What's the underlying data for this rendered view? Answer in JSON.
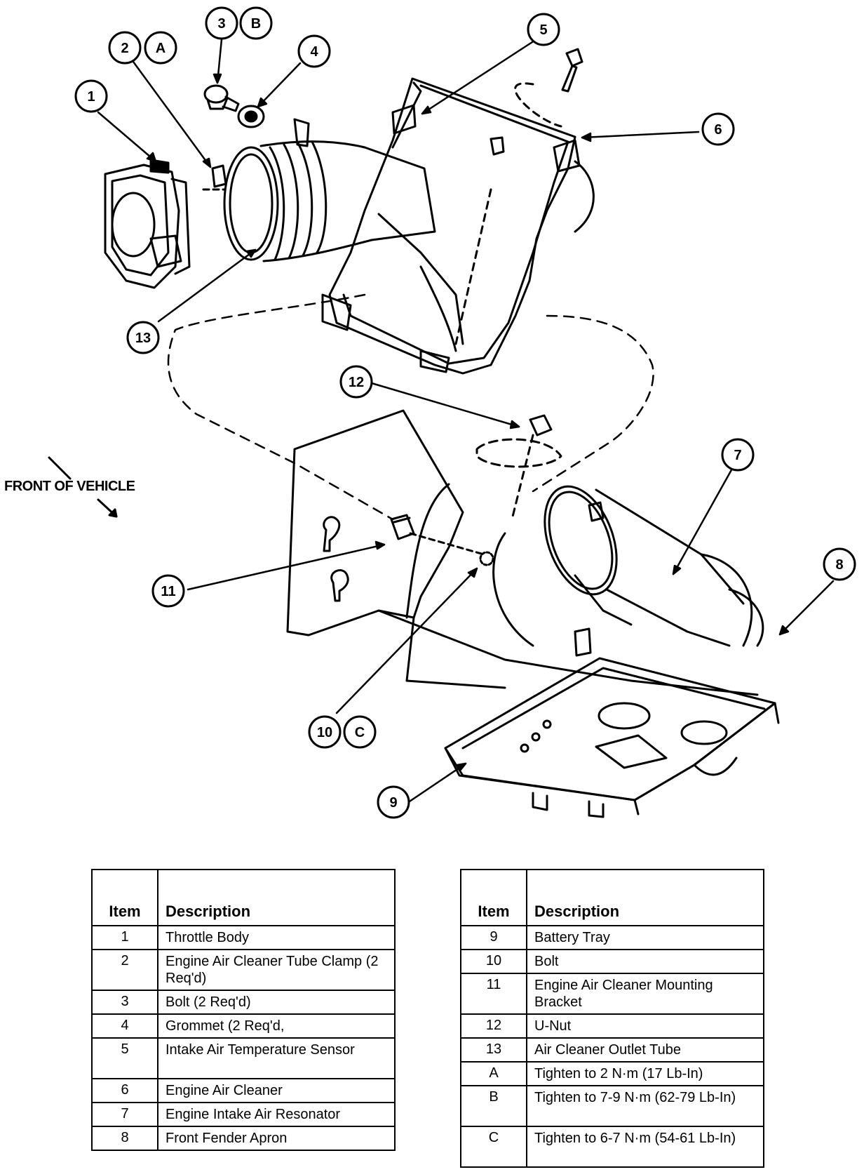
{
  "callouts": {
    "c1": "1",
    "c2": "2",
    "c3": "3",
    "c4": "4",
    "c5": "5",
    "c6": "6",
    "c7": "7",
    "c8": "8",
    "c9": "9",
    "c10": "10",
    "c11": "11",
    "c12": "12",
    "c13": "13",
    "cA": "A",
    "cB": "B",
    "cC": "C"
  },
  "front_label": "FRONT OF VEHICLE",
  "table_left": {
    "header_item": "Item",
    "header_description": "Description",
    "rows": [
      {
        "item": "1",
        "description": "Throttle Body"
      },
      {
        "item": "2",
        "description": "Engine Air Cleaner Tube Clamp (2 Req'd)"
      },
      {
        "item": "3",
        "description": "Bolt (2 Req'd)"
      },
      {
        "item": "4",
        "description": "Grommet (2 Req'd,"
      },
      {
        "item": "5",
        "description": "Intake Air Temperature Sensor"
      },
      {
        "item": "6",
        "description": "Engine Air Cleaner"
      },
      {
        "item": "7",
        "description": "Engine Intake Air Resonator"
      },
      {
        "item": "8",
        "description": "Front Fender Apron"
      }
    ]
  },
  "table_right": {
    "header_item": "Item",
    "header_description": "Description",
    "rows": [
      {
        "item": "9",
        "description": "Battery Tray"
      },
      {
        "item": "10",
        "description": "Bolt"
      },
      {
        "item": "11",
        "description": "Engine Air Cleaner Mounting Bracket"
      },
      {
        "item": "12",
        "description": "U-Nut"
      },
      {
        "item": "13",
        "description": "Air Cleaner Outlet Tube"
      },
      {
        "item": "A",
        "description": "Tighten to 2 N·m (17 Lb-In)"
      },
      {
        "item": "B",
        "description": "Tighten to 7-9 N·m (62-79 Lb-In)"
      },
      {
        "item": "C",
        "description": "Tighten to 6-7 N·m (54-61 Lb-In)"
      }
    ]
  }
}
